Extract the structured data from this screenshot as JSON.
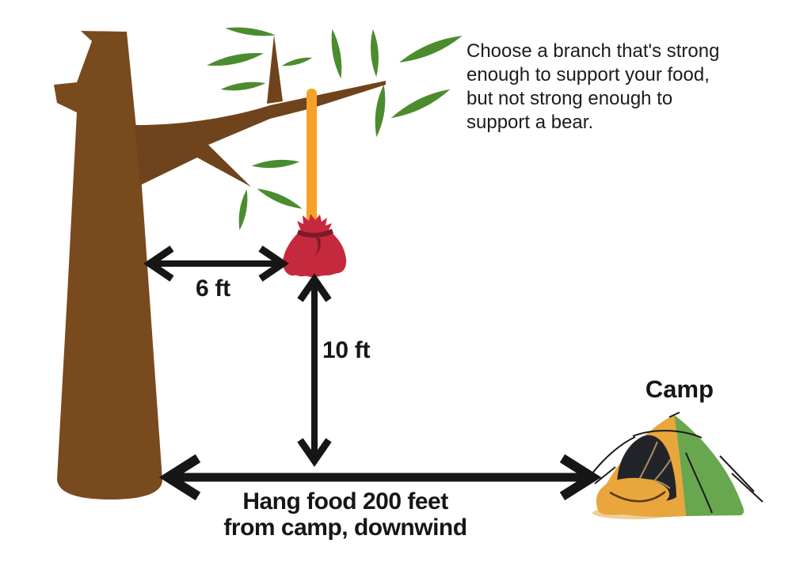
{
  "note": {
    "lines": [
      "Choose a branch that's strong",
      "enough to support your food,",
      "but not strong enough to",
      "support a bear."
    ]
  },
  "measurements": {
    "branch_offset": "6 ft",
    "bag_height": "10 ft"
  },
  "camp": {
    "label": "Camp",
    "caption_lines": [
      "Hang food 200 feet",
      "from camp, downwind"
    ]
  },
  "icons": {
    "tree": "tree-icon",
    "leaf": "leaf-icon",
    "rope": "rope-icon",
    "food_bag": "food-bag-icon",
    "tent": "tent-icon",
    "arrow": "double-arrow-icon"
  },
  "colors": {
    "background": "#ffffff",
    "trunk": "#794a1e",
    "branch": "#6f431c",
    "leaf": "#4b8c2f",
    "rope": "#f6a228",
    "bag": "#c5293d",
    "bag_tie": "#7d1a28",
    "arrow": "#161616",
    "text": "#1a1a1a",
    "tent_orange": "#e9a63c",
    "tent_green": "#68a74d",
    "tent_dark": "#23242a",
    "tent_shadow": "#eecf96",
    "tent_line": "#1b1b1b",
    "door_line": "#a8915f",
    "flap_line": "#5a3a12"
  }
}
